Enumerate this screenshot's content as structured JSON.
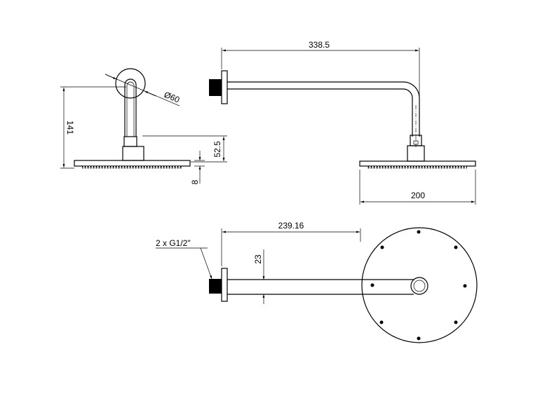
{
  "dimensions": {
    "arm_length": "338.5",
    "wall_plate_diameter": "Ø60",
    "height": "141",
    "head_assembly_height": "52.5",
    "head_thickness": "8",
    "head_diameter": "200",
    "thread_spec": "2 x G1/2\"",
    "arm_projection": "239.16",
    "arm_tube_diameter": "23"
  }
}
